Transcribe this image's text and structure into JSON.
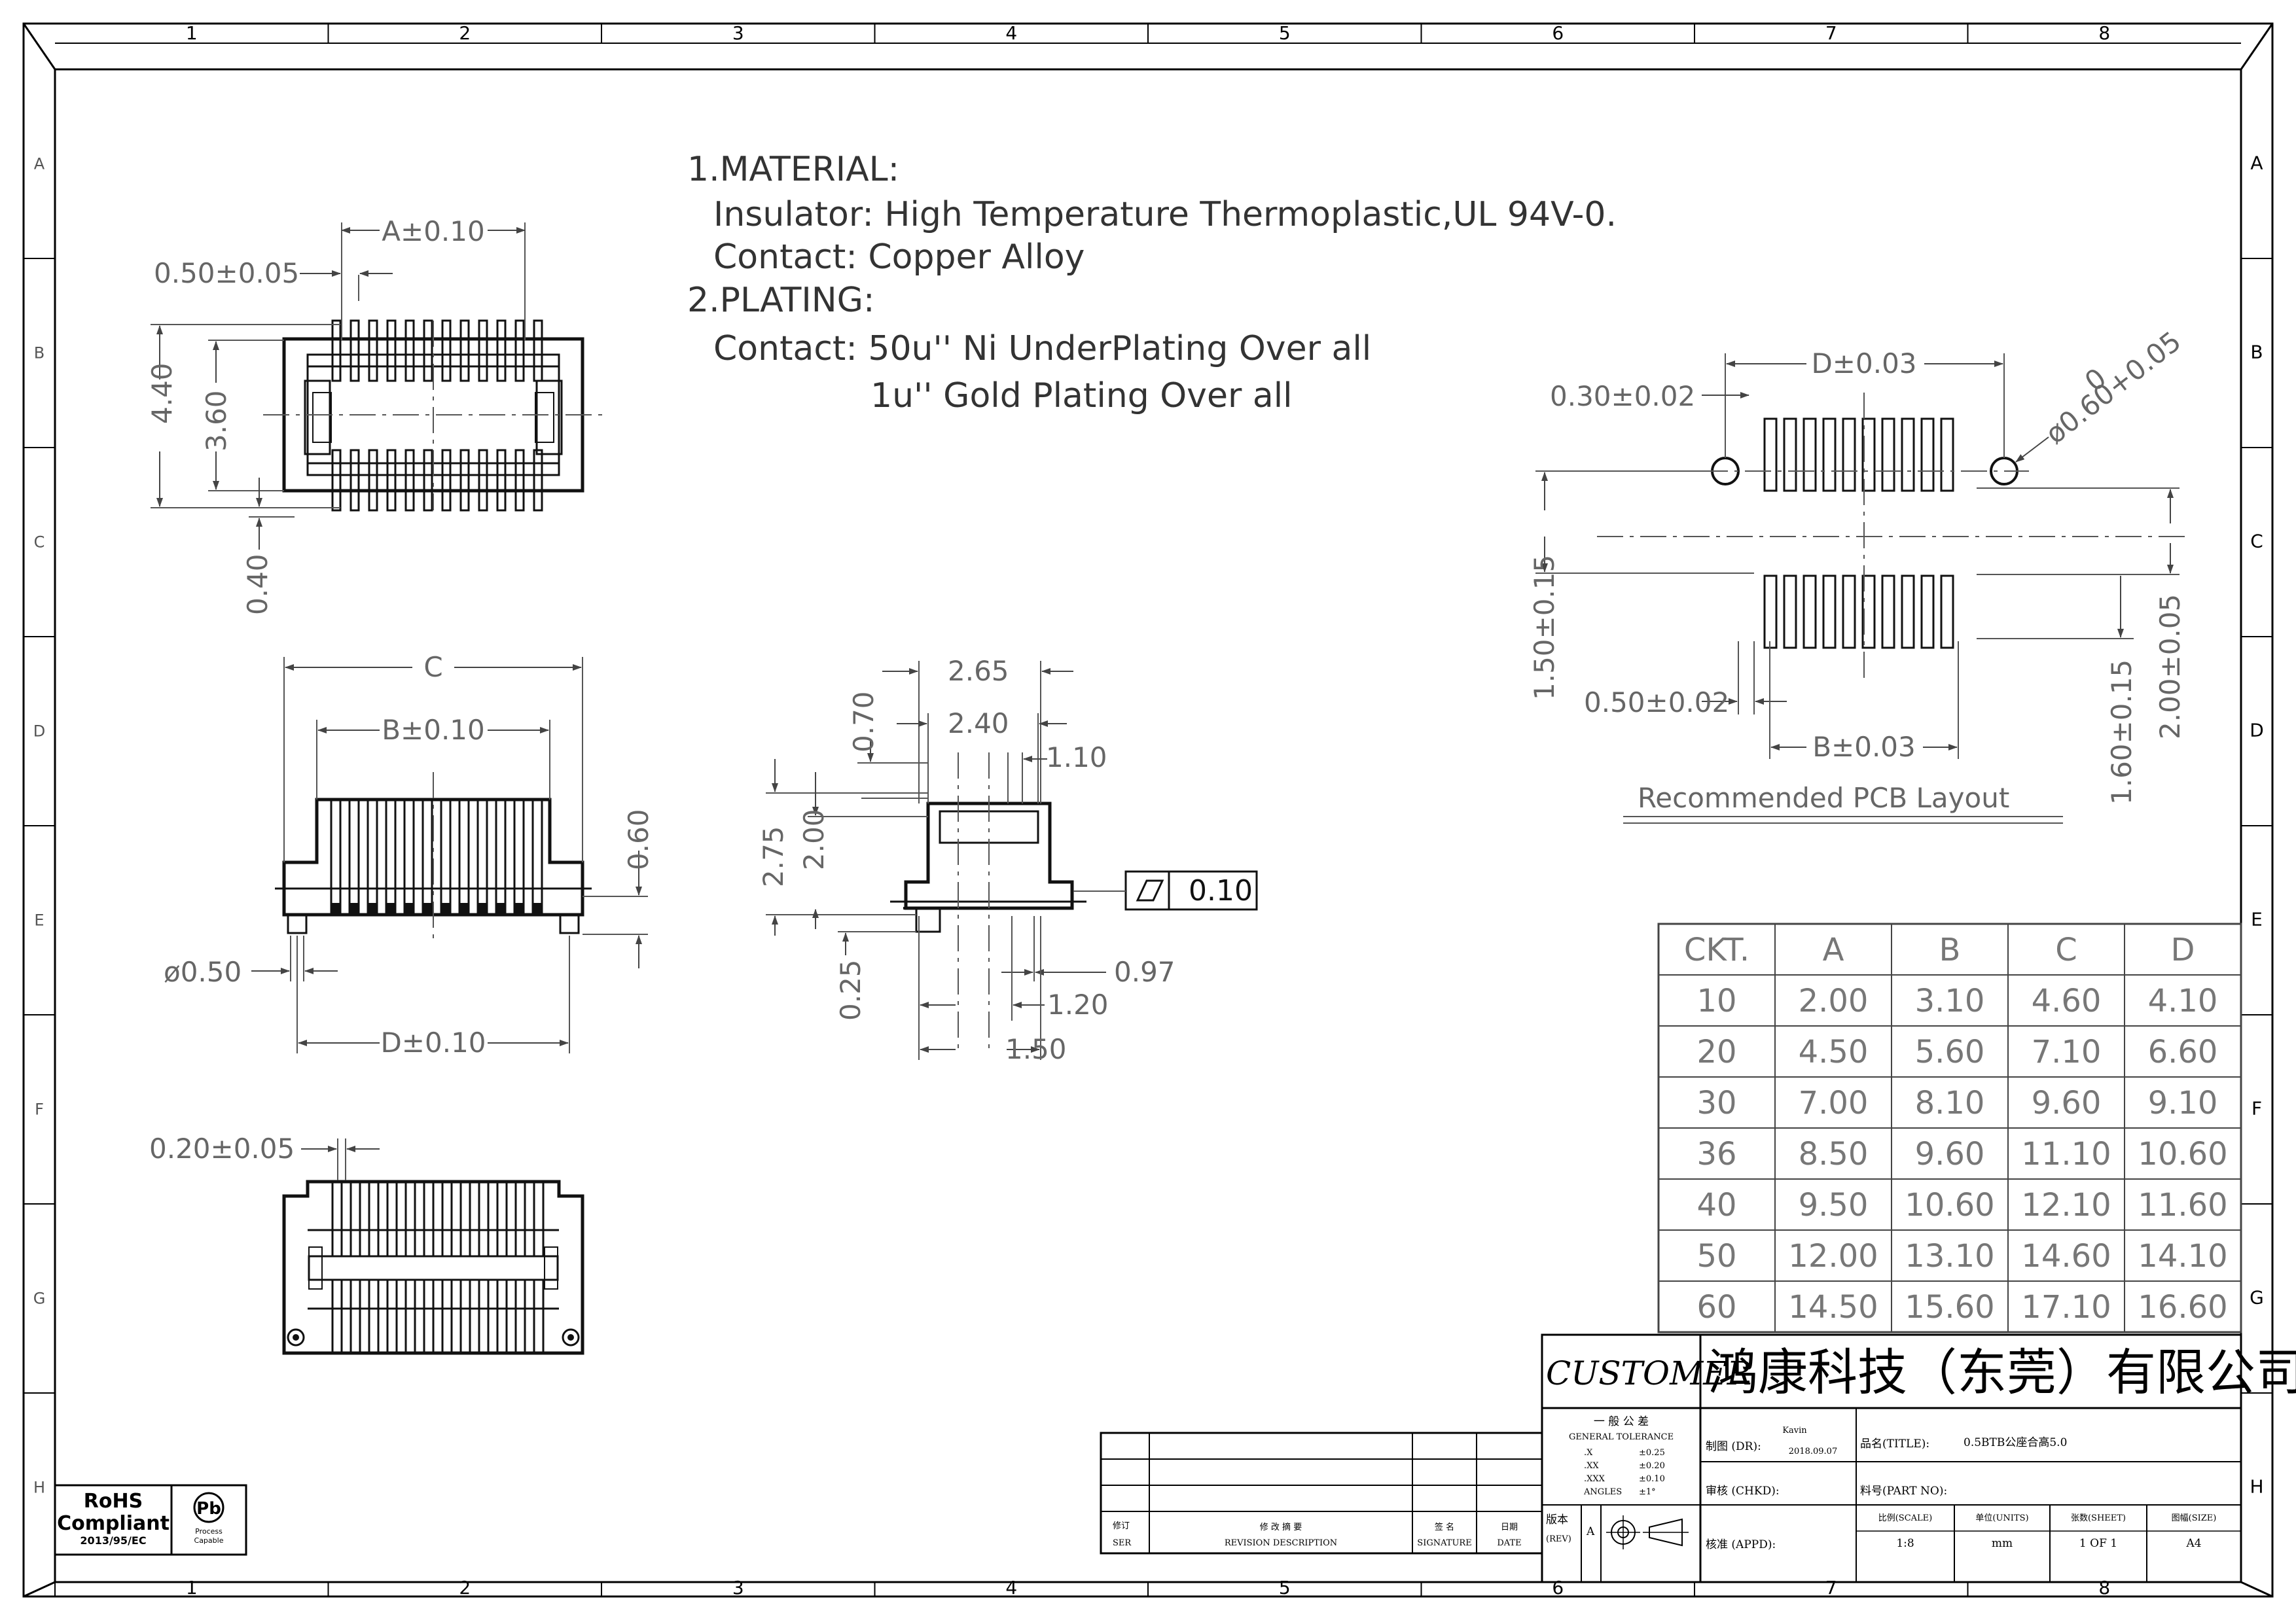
{
  "zones": {
    "columns": [
      "1",
      "2",
      "3",
      "4",
      "5",
      "6",
      "7",
      "8"
    ],
    "rows": [
      "A",
      "B",
      "C",
      "D",
      "E",
      "F",
      "G",
      "H"
    ]
  },
  "notes": {
    "line1": "1.MATERIAL:",
    "line2": "Insulator: High Temperature Thermoplastic,UL 94V-0.",
    "line3": "Contact: Copper Alloy",
    "line4": "2.PLATING:",
    "line5": "Contact: 50u'' Ni UnderPlating   Over all",
    "line6": "1u'' Gold Plating   Over all"
  },
  "top_view": {
    "dim_a": "A±0.10",
    "dim_pitch": "0.50±0.05",
    "dim_440": "4.40",
    "dim_360": "3.60",
    "dim_040": "0.40"
  },
  "front_view": {
    "dim_c": "C",
    "dim_b": "B±0.10",
    "dim_060": "0.60",
    "dim_peg": "ø0.50",
    "dim_d": "D±0.10"
  },
  "side_view": {
    "dim_265": "2.65",
    "dim_070": "0.70",
    "dim_240": "2.40",
    "dim_110": "1.10",
    "dim_275": "2.75",
    "dim_200": "2.00",
    "dim_025": "0.25",
    "dim_097": "0.97",
    "dim_120": "1.20",
    "dim_150": "1.50",
    "flatness": "0.10"
  },
  "bottom_view": {
    "dim_020": "0.20±0.05"
  },
  "pcb_layout": {
    "dim_d": "D±0.03",
    "dim_030": "0.30±0.02",
    "dim_hole": "ø0.60+0.05",
    "dim_hole_tol": "0",
    "dim_150": "1.50±0.15",
    "dim_200": "2.00±0.05",
    "dim_160": "1.60±0.15",
    "dim_050": "0.50±0.02",
    "dim_b": "B±0.03",
    "caption": "Recommended PCB Layout"
  },
  "dimension_table": {
    "headers": [
      "CKT.",
      "A",
      "B",
      "C",
      "D"
    ],
    "rows": [
      [
        "10",
        "2.00",
        "3.10",
        "4.60",
        "4.10"
      ],
      [
        "20",
        "4.50",
        "5.60",
        "7.10",
        "6.60"
      ],
      [
        "30",
        "7.00",
        "8.10",
        "9.60",
        "9.10"
      ],
      [
        "36",
        "8.50",
        "9.60",
        "11.10",
        "10.60"
      ],
      [
        "40",
        "9.50",
        "10.60",
        "12.10",
        "11.60"
      ],
      [
        "50",
        "12.00",
        "13.10",
        "14.60",
        "14.10"
      ],
      [
        "60",
        "14.50",
        "15.60",
        "17.10",
        "16.60"
      ]
    ]
  },
  "title_block": {
    "customer": "CUSTOMER",
    "company": "鸿康科技（东莞）有限公司",
    "tolerance_cn": "一 般 公 差",
    "tolerance_en": "GENERAL TOLERANCE",
    "tol_x": ".X",
    "tol_x_val": "±0.25",
    "tol_xx": ".XX",
    "tol_xx_val": "±0.20",
    "tol_xxx": ".XXX",
    "tol_xxx_val": "±0.10",
    "tol_ang": "ANGLES",
    "tol_ang_val": "±1°",
    "drawn_label": "制图 (DR):",
    "drawn_name": "Kavin",
    "drawn_date": "2018.09.07",
    "title_label": "品名(TITLE):",
    "title_value": "0.5BTB公座合高5.0",
    "check_label": "审核 (CHKD):",
    "part_label": "料号(PART NO):",
    "rev_label": "版本",
    "rev_label_en": "(REV)",
    "rev_value": "A",
    "approve_label": "核准 (APPD):",
    "scale_label": "比例(SCALE)",
    "scale_value": "1:8",
    "units_label": "单位(UNITS)",
    "units_value": "mm",
    "sheet_label": "张数(SHEET)",
    "sheet_value": "1 OF 1",
    "size_label": "图幅(SIZE)",
    "size_value": "A4",
    "rev_col_label": "修订",
    "rev_col_en": "SER",
    "desc_label": "修   改   摘   要",
    "desc_en": "REVISION DESCRIPTION",
    "sig_label": "签  名",
    "sig_en": "SIGNATURE",
    "date_label": "日期",
    "date_en": "DATE"
  },
  "rohs": {
    "line1": "RoHS",
    "line2": "Compliant",
    "line3": "2013/95/EC",
    "pb": "Pb",
    "pb_sub1": "Process",
    "pb_sub2": "Capable"
  }
}
